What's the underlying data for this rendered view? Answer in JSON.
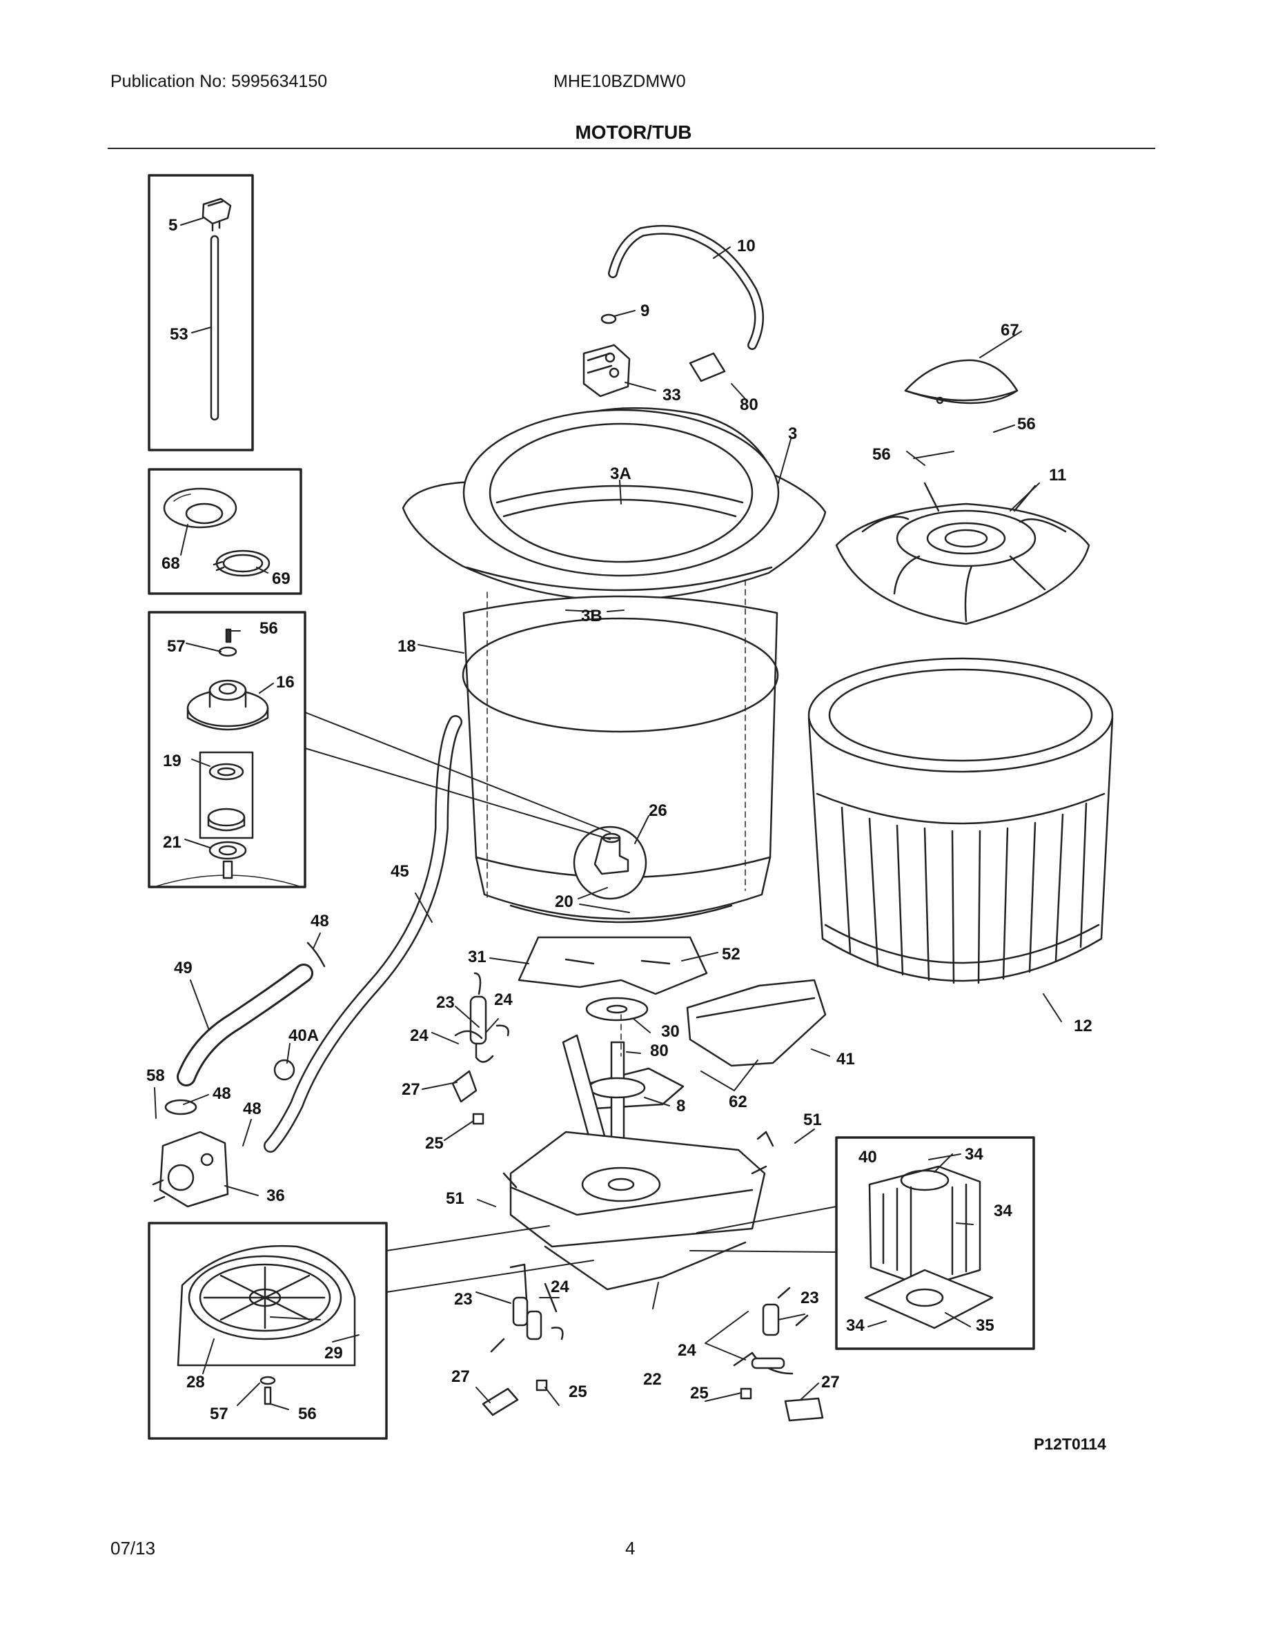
{
  "header": {
    "publication": "Publication No: 5995634150",
    "model": "MHE10BZDMW0",
    "section_title": "MOTOR/TUB"
  },
  "drawing_code": "P12T0114",
  "callouts": {
    "c5": "5",
    "c53": "53",
    "c68": "68",
    "c69": "69",
    "c56a": "56",
    "c57a": "57",
    "c16": "16",
    "c19": "19",
    "c21": "21",
    "c10": "10",
    "c9": "9",
    "c33": "33",
    "c80a": "80",
    "c3": "3",
    "c3A": "3A",
    "c3B": "3B",
    "c18": "18",
    "c26": "26",
    "c20": "20",
    "c45": "45",
    "c67": "67",
    "c56b": "56",
    "c56c": "56",
    "c11": "11",
    "c12": "12",
    "c48a": "48",
    "c49": "49",
    "c40A": "40A",
    "c58": "58",
    "c48b": "48",
    "c48c": "48",
    "c36": "36",
    "c31": "31",
    "c52": "52",
    "c23a": "23",
    "c24a": "24",
    "c24b": "24",
    "c27a": "27",
    "c25a": "25",
    "c30": "30",
    "c80b": "80",
    "c41": "41",
    "c8": "8",
    "c62": "62",
    "c51a": "51",
    "c51b": "51",
    "c40": "40",
    "c34a": "34",
    "c34b": "34",
    "c34c": "34",
    "c35": "35",
    "c29": "29",
    "c28": "28",
    "c57b": "57",
    "c56d": "56",
    "c23b": "23",
    "c24c": "24",
    "c27b": "27",
    "c25b": "25",
    "c22": "22",
    "c23c": "23",
    "c24d": "24",
    "c25c": "25",
    "c27c": "27"
  },
  "footer": {
    "date": "07/13",
    "page": "4"
  }
}
